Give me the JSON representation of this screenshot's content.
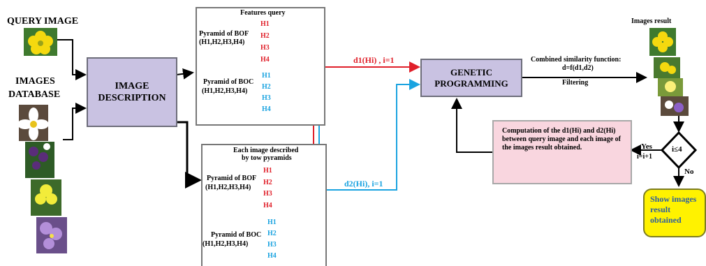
{
  "query_image_label": "QUERY IMAGE",
  "images_database_label_line1": "IMAGES",
  "images_database_label_line2": "DATABASE",
  "image_description_line1": "IMAGE",
  "image_description_line2": "DESCRIPTION",
  "features_query_title": "Features query",
  "pyramid_bof_title": "Pyramid of BOF",
  "pyramid_boc_title": "Pyramid of BOC",
  "pyramid_levels_text": "(H1,H2,H3,H4)",
  "each_image_title_line1": "Each image described",
  "each_image_title_line2": "by tow pyramids",
  "levels": [
    "H1",
    "H2",
    "H3",
    "H4"
  ],
  "d1_label": "d1(Hi) , i=1",
  "d2_label": "d2(Hi), i=1",
  "gp_line1": "GENETIC",
  "gp_line2": "PROGRAMMING",
  "combined_line1": "Combined similarity function:",
  "combined_line2": "d=f(d1,d2)",
  "filtering": "Filtering",
  "images_result": "Images result",
  "computation_text": "Computation of the d1(Hi) and d2(Hi) between  query image and each image of the images result obtained.",
  "decision": "i≤4",
  "yes_label": "Yes",
  "increment": "i=i+1",
  "no_label": "No",
  "show_images": "Show images result obtained",
  "colors": {
    "bof": "#e0202a",
    "boc": "#1aa3e0",
    "purple": "#c9c2e2",
    "pink": "#f9d6df",
    "yellow": "#fff200"
  }
}
